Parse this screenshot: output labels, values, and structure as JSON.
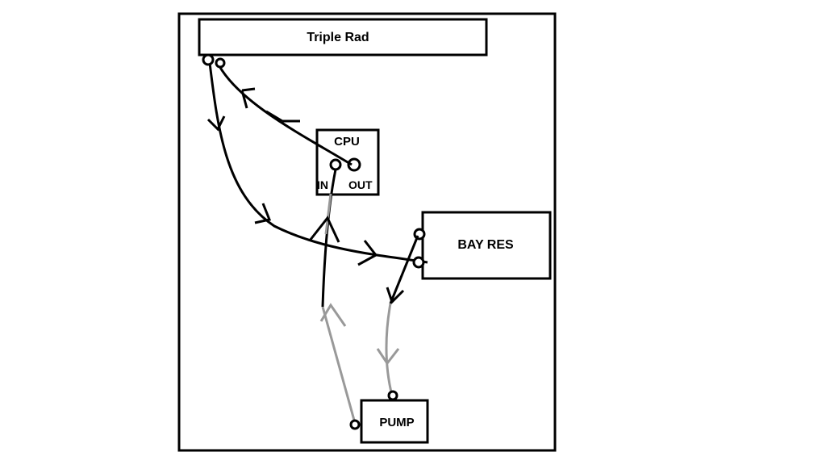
{
  "components": {
    "radiator": {
      "label": "Triple Rad"
    },
    "cpu": {
      "label": "CPU",
      "in_label": "IN",
      "out_label": "OUT"
    },
    "reservoir": {
      "label": "BAY RES"
    },
    "pump": {
      "label": "PUMP"
    }
  },
  "colors": {
    "primary_line": "#000000",
    "secondary_line": "#999999",
    "background": "#ffffff"
  }
}
